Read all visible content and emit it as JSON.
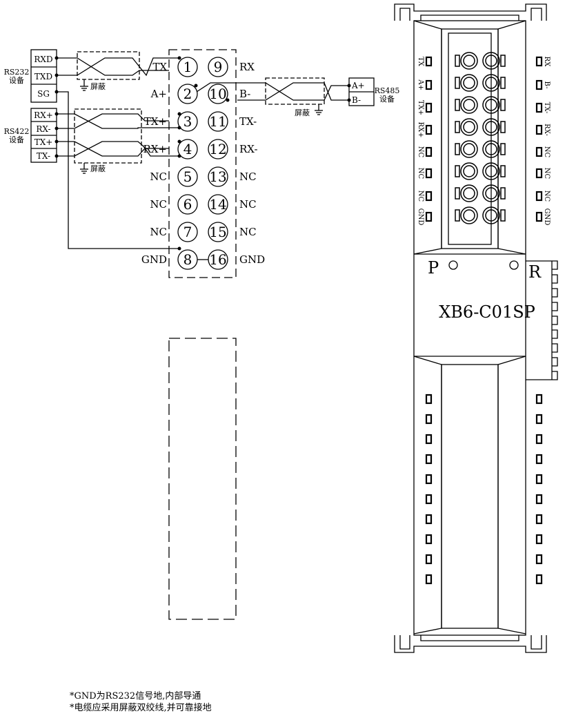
{
  "devices": {
    "rs232": {
      "name": "RS232\n设备",
      "pins": [
        "RXD",
        "TXD",
        "SG"
      ]
    },
    "rs422": {
      "name": "RS422\n设备",
      "pins": [
        "RX+",
        "RX-",
        "TX+",
        "TX-"
      ]
    },
    "rs485": {
      "name": "RS485\n设备",
      "pins": [
        "A+",
        "B-"
      ]
    }
  },
  "shield_label": "屏蔽",
  "terminal": {
    "left_labels": [
      "TX",
      "A+",
      "TX+",
      "RX+",
      "NC",
      "NC",
      "NC",
      "GND"
    ],
    "left_numbers": [
      "1",
      "2",
      "3",
      "4",
      "5",
      "6",
      "7",
      "8"
    ],
    "right_numbers": [
      "9",
      "10",
      "11",
      "12",
      "13",
      "14",
      "15",
      "16"
    ],
    "right_labels": [
      "RX",
      "B-",
      "TX-",
      "RX-",
      "NC",
      "NC",
      "NC",
      "GND"
    ]
  },
  "module": {
    "model": "XB6-C01SP",
    "led_left": "P",
    "led_right": "R",
    "side_left": [
      "TX",
      "A+",
      "TX+",
      "RX+",
      "NC",
      "NC",
      "NC",
      "GND"
    ],
    "side_right": [
      "RX",
      "B-",
      "TX-",
      "RX-",
      "NC",
      "NC",
      "NC",
      "GND"
    ]
  },
  "notes": [
    "*GND为RS232信号地,内部导通",
    "*电缆应采用屏蔽双绞线,并可靠接地"
  ]
}
